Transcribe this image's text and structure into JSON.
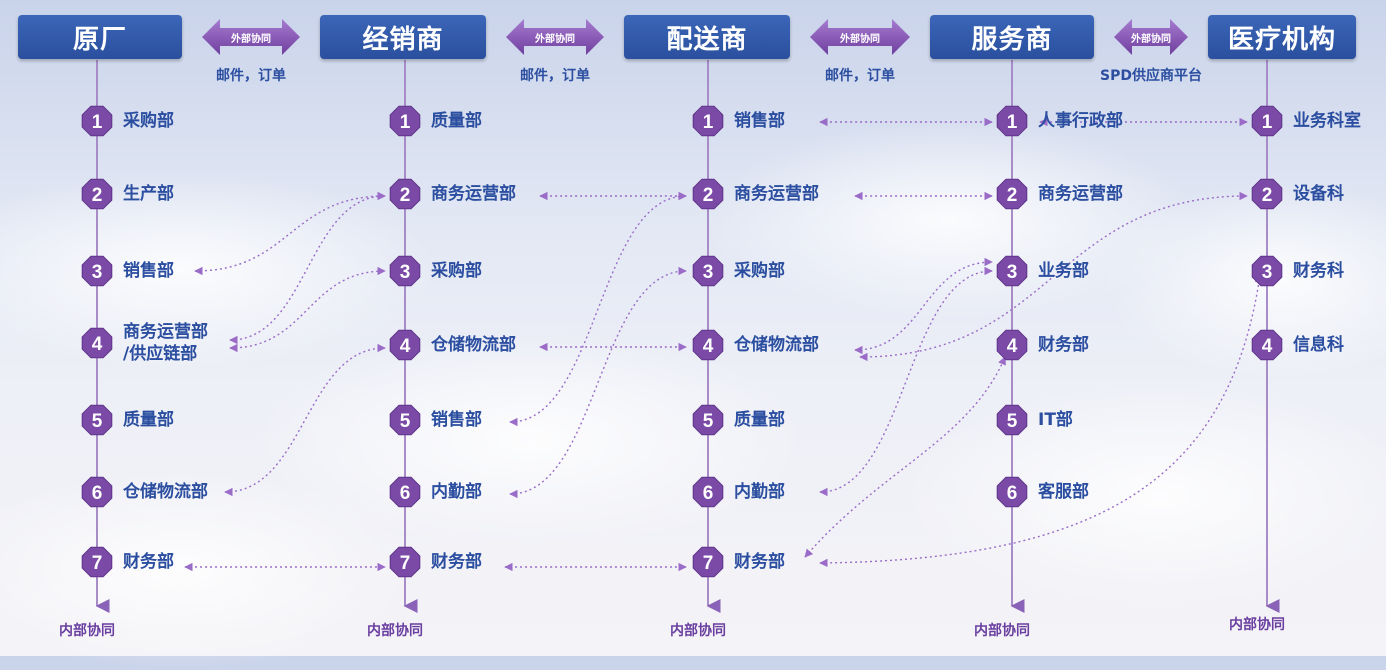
{
  "colors": {
    "header": "#2f56a8",
    "dept_text": "#2b4ea0",
    "node": "#7b4aa6",
    "footer": "#6a3fa0",
    "dotted": "#9a6cc8"
  },
  "headers": [
    {
      "label": "原厂"
    },
    {
      "label": "经销商"
    },
    {
      "label": "配送商"
    },
    {
      "label": "服务商"
    },
    {
      "label": "医疗机构"
    }
  ],
  "external": [
    {
      "arrow_label": "外部协同",
      "caption": "邮件，订单"
    },
    {
      "arrow_label": "外部协同",
      "caption": "邮件，订单"
    },
    {
      "arrow_label": "外部协同",
      "caption": "邮件，订单"
    },
    {
      "arrow_label": "外部协同",
      "caption": "SPD供应商平台"
    }
  ],
  "columns": [
    {
      "depts": [
        {
          "n": "1",
          "label": "采购部"
        },
        {
          "n": "2",
          "label": "生产部"
        },
        {
          "n": "3",
          "label": "销售部"
        },
        {
          "n": "4",
          "label": "商务运营部\n/供应链部"
        },
        {
          "n": "5",
          "label": "质量部"
        },
        {
          "n": "6",
          "label": "仓储物流部"
        },
        {
          "n": "7",
          "label": "财务部"
        }
      ]
    },
    {
      "depts": [
        {
          "n": "1",
          "label": "质量部"
        },
        {
          "n": "2",
          "label": "商务运营部"
        },
        {
          "n": "3",
          "label": "采购部"
        },
        {
          "n": "4",
          "label": "仓储物流部"
        },
        {
          "n": "5",
          "label": "销售部"
        },
        {
          "n": "6",
          "label": "内勤部"
        },
        {
          "n": "7",
          "label": "财务部"
        }
      ]
    },
    {
      "depts": [
        {
          "n": "1",
          "label": "销售部"
        },
        {
          "n": "2",
          "label": "商务运营部"
        },
        {
          "n": "3",
          "label": "采购部"
        },
        {
          "n": "4",
          "label": "仓储物流部"
        },
        {
          "n": "5",
          "label": "质量部"
        },
        {
          "n": "6",
          "label": "内勤部"
        },
        {
          "n": "7",
          "label": "财务部"
        }
      ]
    },
    {
      "depts": [
        {
          "n": "1",
          "label": "人事行政部"
        },
        {
          "n": "2",
          "label": "商务运营部"
        },
        {
          "n": "3",
          "label": "业务部"
        },
        {
          "n": "4",
          "label": "财务部"
        },
        {
          "n": "5",
          "label": "IT部"
        },
        {
          "n": "6",
          "label": "客服部"
        }
      ]
    },
    {
      "depts": [
        {
          "n": "1",
          "label": "业务科室"
        },
        {
          "n": "2",
          "label": "设备科"
        },
        {
          "n": "3",
          "label": "财务科"
        },
        {
          "n": "4",
          "label": "信息科"
        }
      ]
    }
  ],
  "footer_label": "内部协同"
}
